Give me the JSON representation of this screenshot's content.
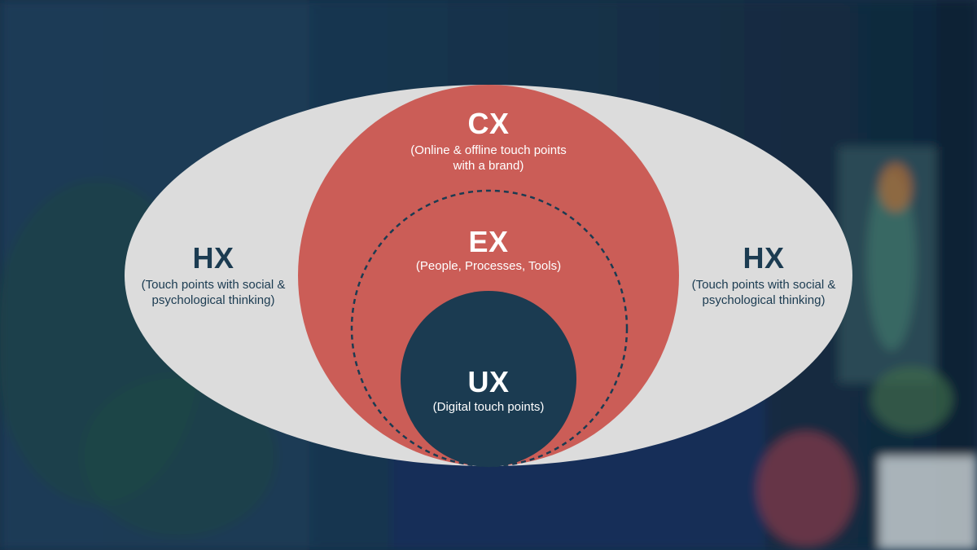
{
  "colors": {
    "background": "#142f47",
    "outer_ellipse": "#dcdcdc",
    "cx_circle": "#cb5d57",
    "ux_circle": "#1b3b51",
    "dashed_ring": "#1b3b51",
    "dark_text": "#1b3b51",
    "light_text": "#ffffff"
  },
  "diagram": {
    "hx_left": {
      "title": "HX",
      "line1": "(Touch points with social &",
      "line2": "psychological thinking)"
    },
    "hx_right": {
      "title": "HX",
      "line1": "(Touch points with social &",
      "line2": "psychological thinking)"
    },
    "cx": {
      "title": "CX",
      "line1": "(Online & offline touch points",
      "line2": "with a brand)"
    },
    "ex": {
      "title": "EX",
      "line1": "(People, Processes, Tools)"
    },
    "ux": {
      "title": "UX",
      "line1": "(Digital touch points)"
    }
  }
}
